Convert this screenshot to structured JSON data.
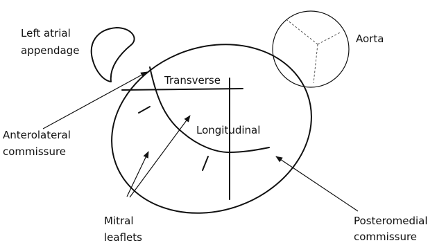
{
  "labels": {
    "left_atrial_appendage": [
      "Left atrial",
      "appendage"
    ],
    "aorta": "Aorta",
    "transverse": "Transverse",
    "longitudinal": "Longitudinal",
    "anterolateral_commissure": [
      "Anterolateral",
      "commissure"
    ],
    "mitral_leaflets": [
      "Mitral",
      "leaflets"
    ],
    "posteromedial_commissure": [
      "Posteromedial",
      "commissure"
    ]
  }
}
